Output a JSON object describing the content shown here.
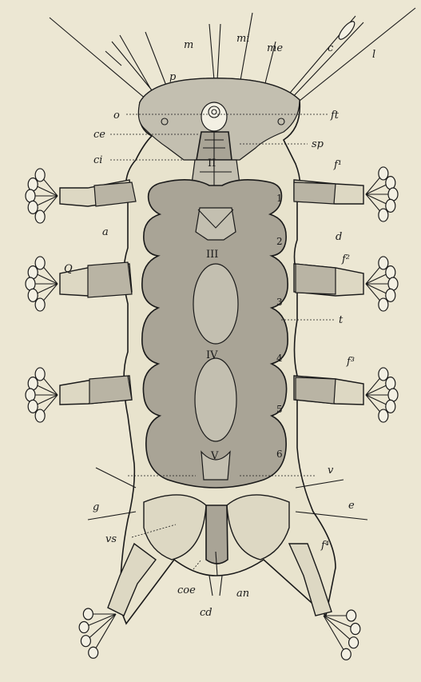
{
  "labels": {
    "m": "m",
    "mi": "mi",
    "me": "me",
    "c": "c",
    "l": "l",
    "p": "p",
    "o": "o",
    "ft": "ft",
    "ce": "ce",
    "sp": "sp",
    "ci": "ci",
    "f1": "f¹",
    "f2": "f²",
    "f3": "f³",
    "f4": "f⁴",
    "a": "a",
    "d": "d",
    "Q": "Q",
    "t": "t",
    "v": "v",
    "g": "g",
    "e": "e",
    "vs": "vs",
    "coe": "coe",
    "cd": "cd",
    "an": "an",
    "n1": "1",
    "n2": "2",
    "n3": "3",
    "n4": "4",
    "n5": "5",
    "n6": "6",
    "II": "II",
    "III": "III",
    "IV": "IV",
    "V": "V"
  }
}
